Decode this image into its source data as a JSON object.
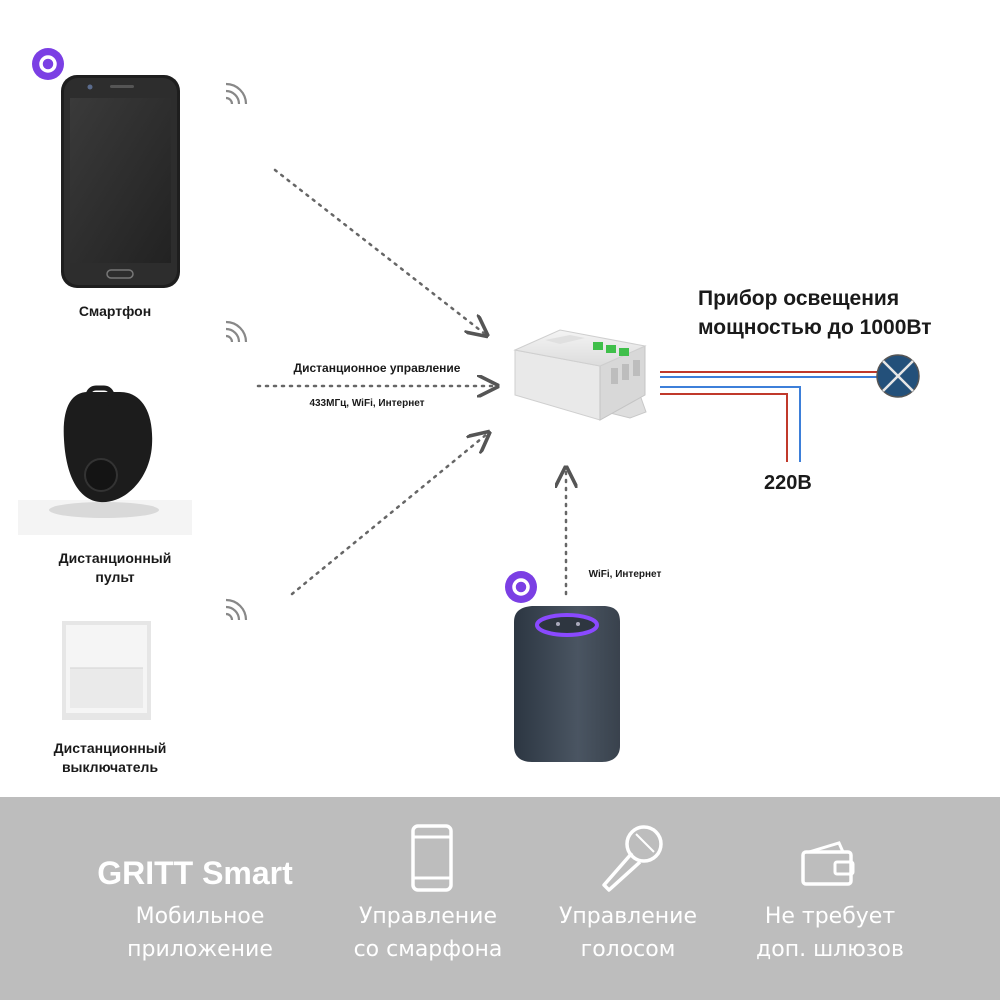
{
  "devices": {
    "smartphone": "Смартфон",
    "remote_line1": "Дистанционный",
    "remote_line2": "пульт",
    "switch_line1": "Дистанционный",
    "switch_line2": "выключатель"
  },
  "links": {
    "remote_control": "Дистанционное управление",
    "protocols": "433МГц, WiFi, Интернет",
    "speaker_link": "WiFi, Интернет"
  },
  "load": {
    "line1": "Прибор освещения",
    "line2": "мощностью до 1000Вт",
    "voltage": "220В"
  },
  "colors": {
    "alice_purple": "#7b3fe4",
    "wire_blue": "#3d7fd9",
    "wire_red": "#c0392b",
    "footer_bg": "#bdbdbd"
  },
  "footer": {
    "brand": "GRITT Smart",
    "features": [
      {
        "icon": "app-icon",
        "line1": "Мобильное",
        "line2": "приложение"
      },
      {
        "icon": "smartphone-icon",
        "line1": "Управление",
        "line2": "со смарфона"
      },
      {
        "icon": "microphone-icon",
        "line1": "Управление",
        "line2": "голосом"
      },
      {
        "icon": "wallet-icon",
        "line1": "Не требует",
        "line2": "доп. шлюзов"
      }
    ]
  }
}
